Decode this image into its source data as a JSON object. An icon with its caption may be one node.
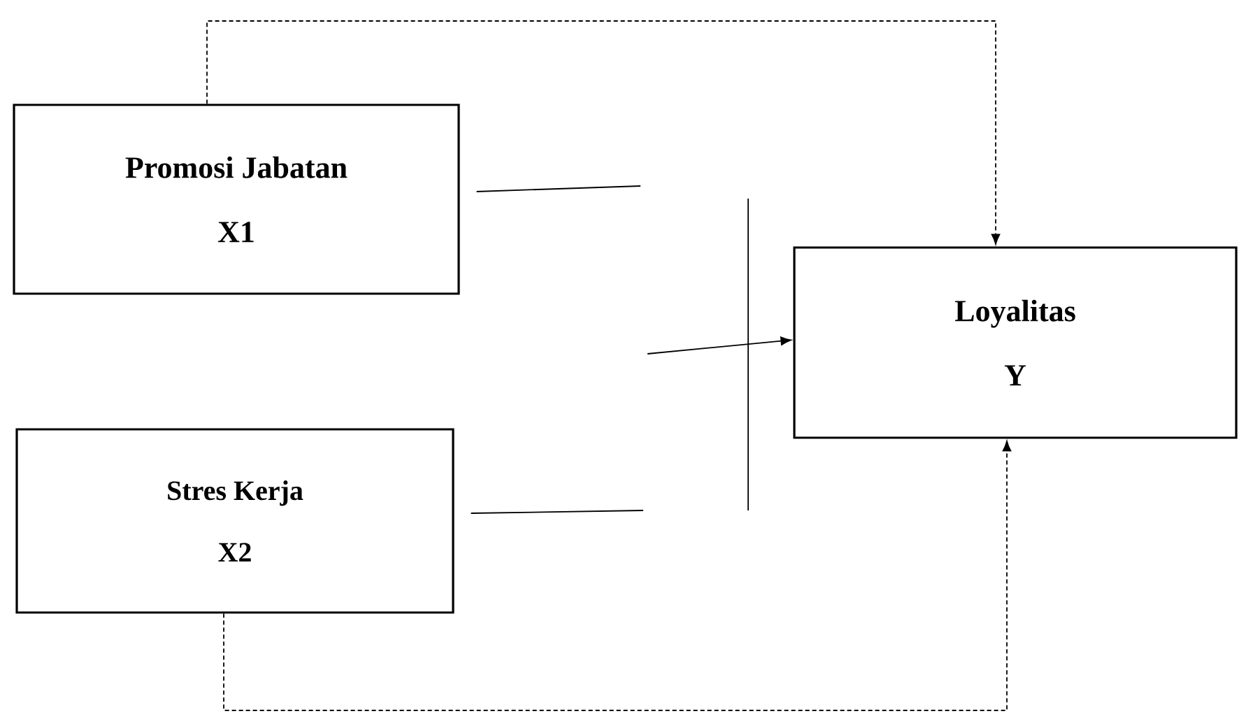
{
  "diagram": {
    "nodes": [
      {
        "text": [
          "Promosi Jabatan",
          "X1"
        ]
      },
      {
        "text": [
          "Stres Kerja",
          "X2"
        ]
      },
      {
        "text": [
          "Loyalitas",
          "Y"
        ]
      }
    ],
    "edges": [
      {
        "from": 0,
        "to": 2,
        "arrow": "to",
        "style": "dashed"
      },
      {
        "from": 1,
        "to": 2,
        "arrow": "to",
        "style": "dashed"
      },
      {
        "from": 0,
        "to": null,
        "arrow": "none"
      },
      {
        "from": 1,
        "to": null,
        "arrow": "none"
      },
      {
        "from": null,
        "to": 2,
        "arrow": "to"
      }
    ]
  }
}
